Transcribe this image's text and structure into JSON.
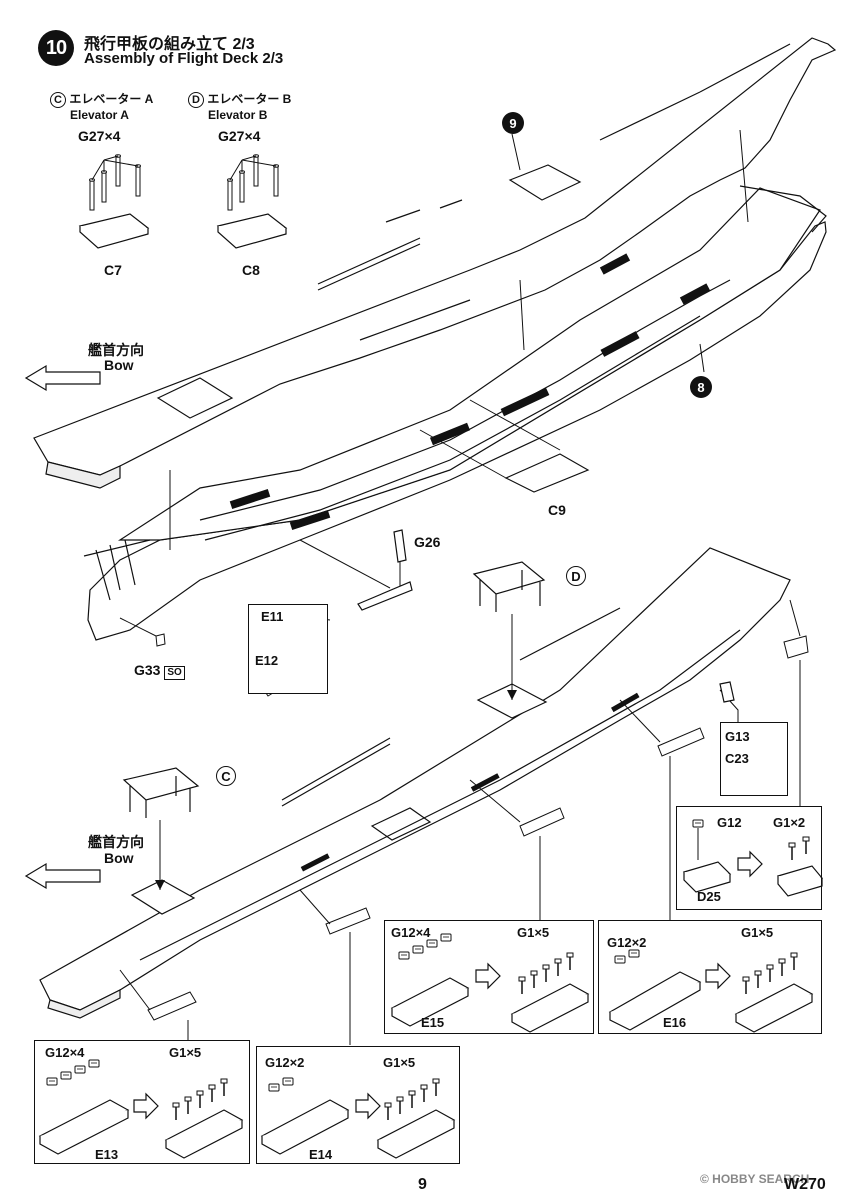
{
  "step": {
    "number": "10",
    "title_jp": "飛行甲板の組み立て 2/3",
    "title_en": "Assembly of Flight Deck 2/3"
  },
  "elevator_c": {
    "letter": "C",
    "label_jp": "エレベーター A",
    "label_en": "Elevator A",
    "qty_label": "G27×4",
    "part": "C7"
  },
  "elevator_d": {
    "letter": "D",
    "label_jp": "エレベーター B",
    "label_en": "Elevator B",
    "qty_label": "G27×4",
    "part": "C8"
  },
  "refs": {
    "step9": "9",
    "step8": "8"
  },
  "bow_upper": {
    "jp": "艦首方向",
    "en": "Bow"
  },
  "bow_lower": {
    "jp": "艦首方向",
    "en": "Bow"
  },
  "parts": {
    "c9": "C9",
    "g26": "G26",
    "e11": "E11",
    "e12": "E12",
    "g33": "G33",
    "g33_tag": "SO",
    "d_marker": "D",
    "c_marker": "C",
    "g13": "G13",
    "c23": "C23"
  },
  "box_d25": {
    "left_label": "G12",
    "right_label": "G1×2",
    "part": "D25"
  },
  "box_e15": {
    "left_label": "G12×4",
    "right_label": "G1×5",
    "part": "E15"
  },
  "box_e16": {
    "left_label": "G12×2",
    "right_label": "G1×5",
    "part": "E16"
  },
  "box_e13": {
    "left_label": "G12×4",
    "right_label": "G1×5",
    "part": "E13"
  },
  "box_e14": {
    "left_label": "G12×2",
    "right_label": "G1×5",
    "part": "E14"
  },
  "footer": {
    "page": "9",
    "code": "W270",
    "watermark": "© HOBBY SEARCH"
  }
}
